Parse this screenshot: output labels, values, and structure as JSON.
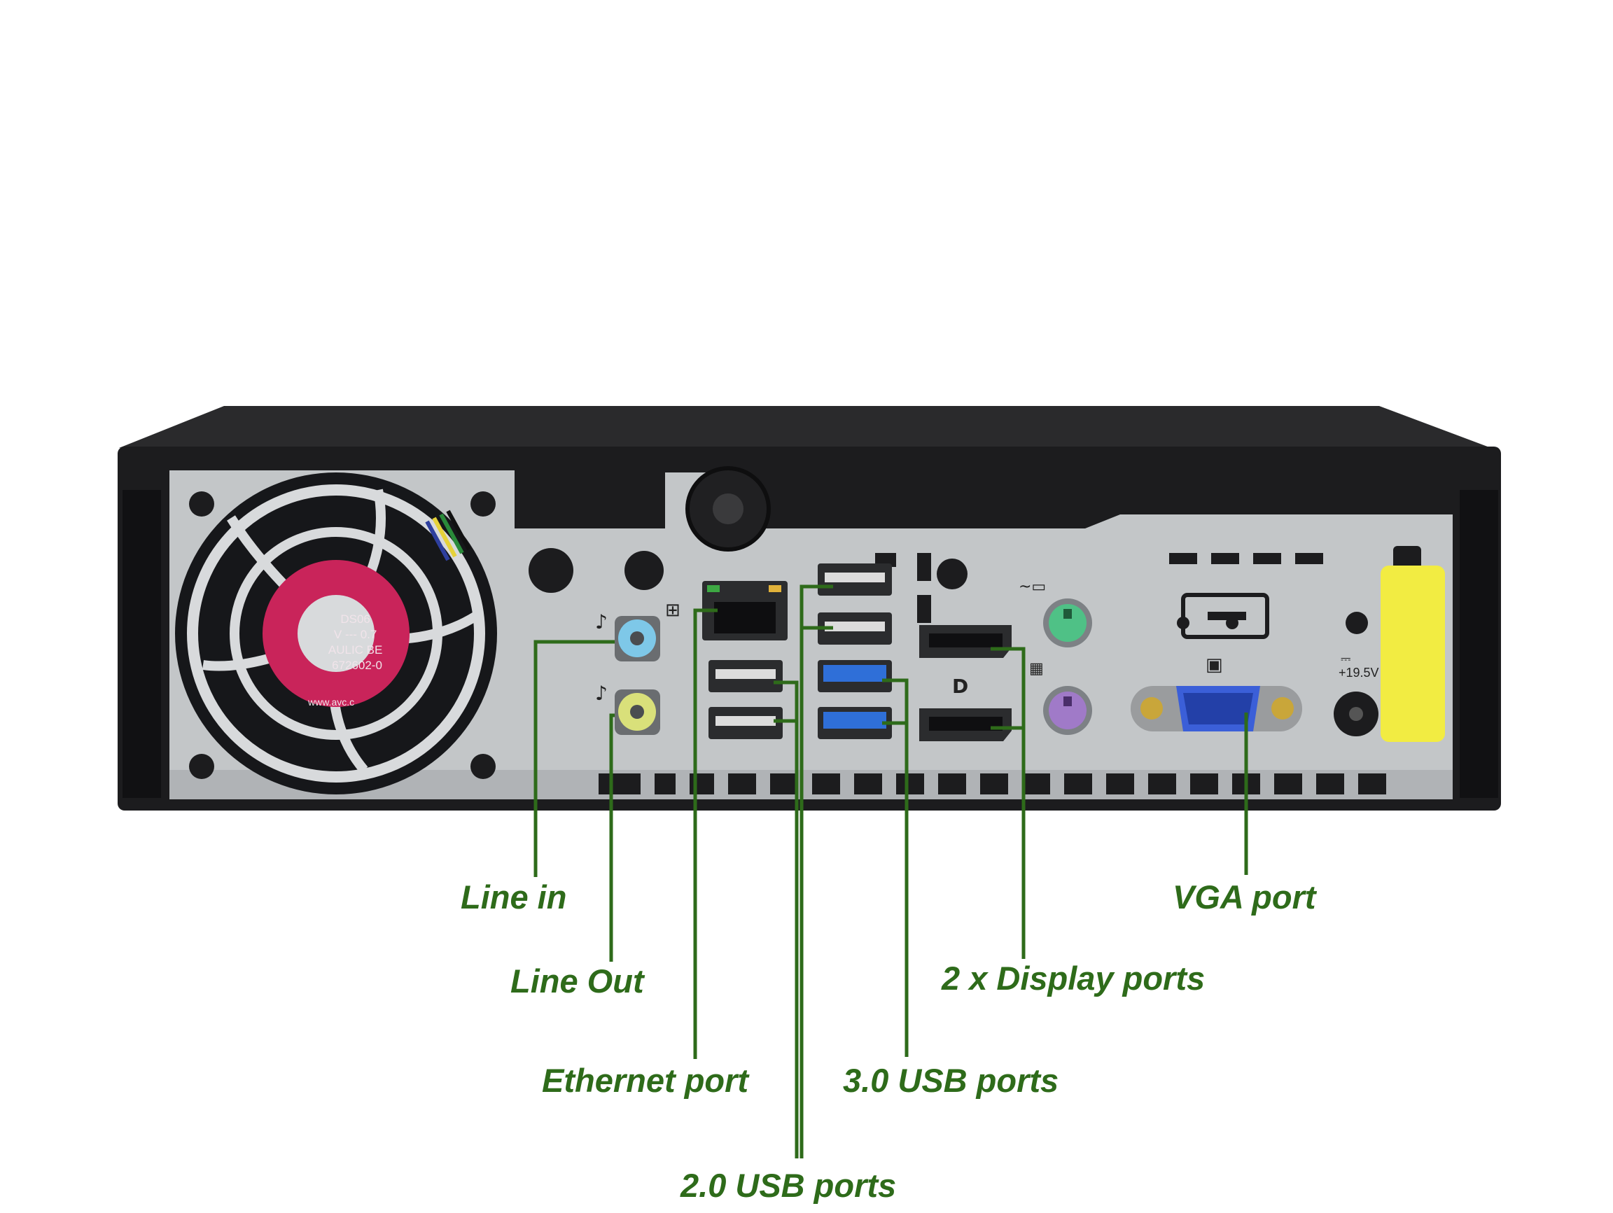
{
  "colors": {
    "label": "#2e6b1a",
    "leader_line": "#2e6b1a",
    "chassis": "#1c1c1e",
    "panel": "#c3c6c8",
    "usb3_blue": "#2f6fd8",
    "line_in_jack": "#7ec8e8",
    "line_out_jack": "#d9e07a",
    "ps2_mouse": "#4fc186",
    "ps2_keyboard": "#a07ac8",
    "vga_blue": "#3b5fd8",
    "yellow_tab": "#f2ec42"
  },
  "device": {
    "fan_sticker_lines": [
      "DS06",
      "V --- 0.7",
      "AULIC BE",
      "672602-0"
    ],
    "fan_url": "www.avc.c",
    "power_rating": "+19.5V"
  },
  "callouts": {
    "line_in": "Line in",
    "line_out": "Line Out",
    "ethernet": "Ethernet port",
    "usb2": "2.0 USB ports",
    "usb3": "3.0 USB ports",
    "display": "2 x Display ports",
    "vga": "VGA port"
  }
}
